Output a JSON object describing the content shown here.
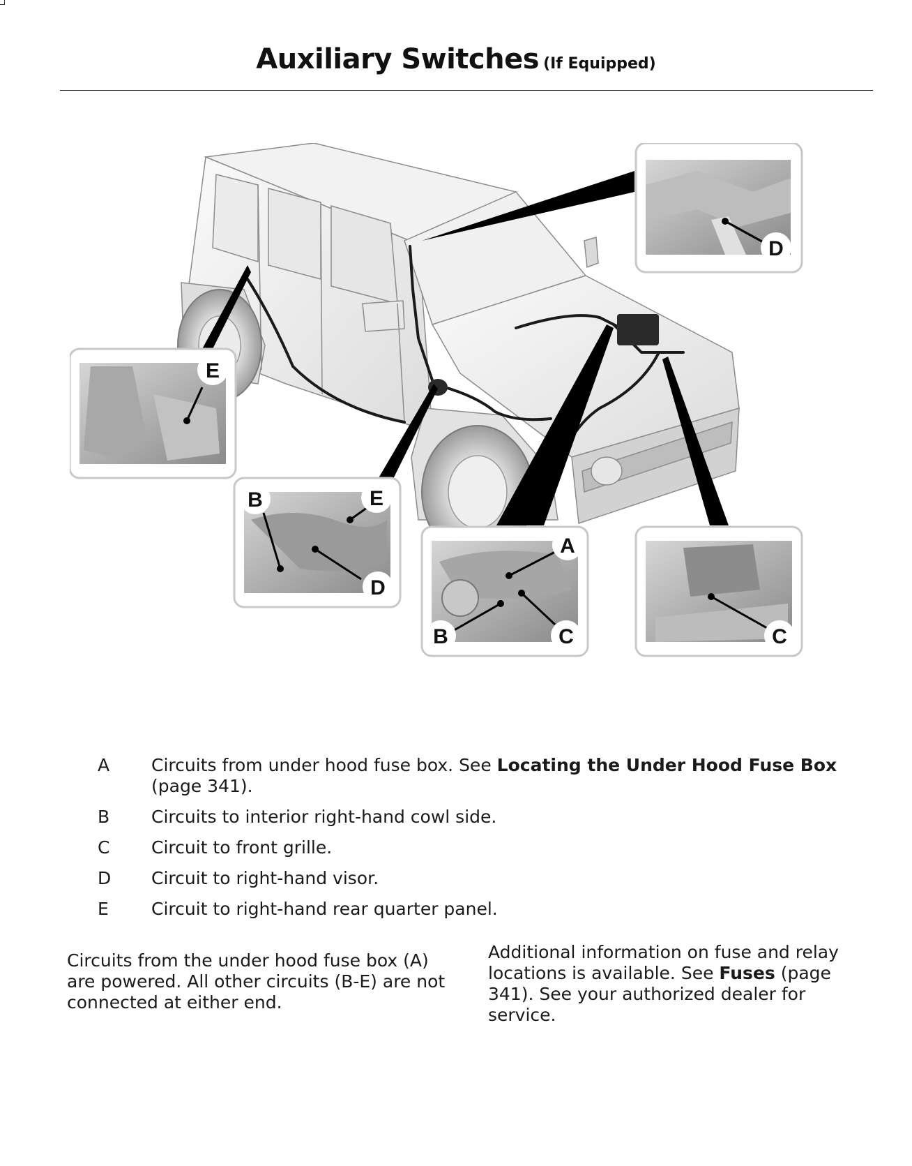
{
  "page": {
    "title": "Auxiliary Switches",
    "subtitle": "(If Equipped)"
  },
  "figure": {
    "callout_letters": {
      "a": "A",
      "b": "B",
      "c": "C",
      "d": "D",
      "e": "E"
    }
  },
  "legend": [
    {
      "key": "A",
      "text_before": "Circuits from under hood fuse box.  See ",
      "link": "Locating the Under Hood Fuse Box",
      "text_after": " (page 341)."
    },
    {
      "key": "B",
      "text": "Circuits to interior right-hand cowl side."
    },
    {
      "key": "C",
      "text": "Circuit to front grille."
    },
    {
      "key": "D",
      "text": "Circuit to right-hand visor."
    },
    {
      "key": "E",
      "text": "Circuit to right-hand rear quarter panel."
    }
  ],
  "notes": {
    "left": "Circuits from the under hood fuse box (A) are powered. All other circuits (B-E) are not connected at either end.",
    "right_before": "Additional information on fuse and relay locations is available.  See ",
    "right_link": "Fuses",
    "right_after": " (page 341). See your authorized dealer for service."
  },
  "colors": {
    "text": "#1a1a1a",
    "inset_border": "#c8c8c8",
    "callout_wedge": "#000000"
  }
}
